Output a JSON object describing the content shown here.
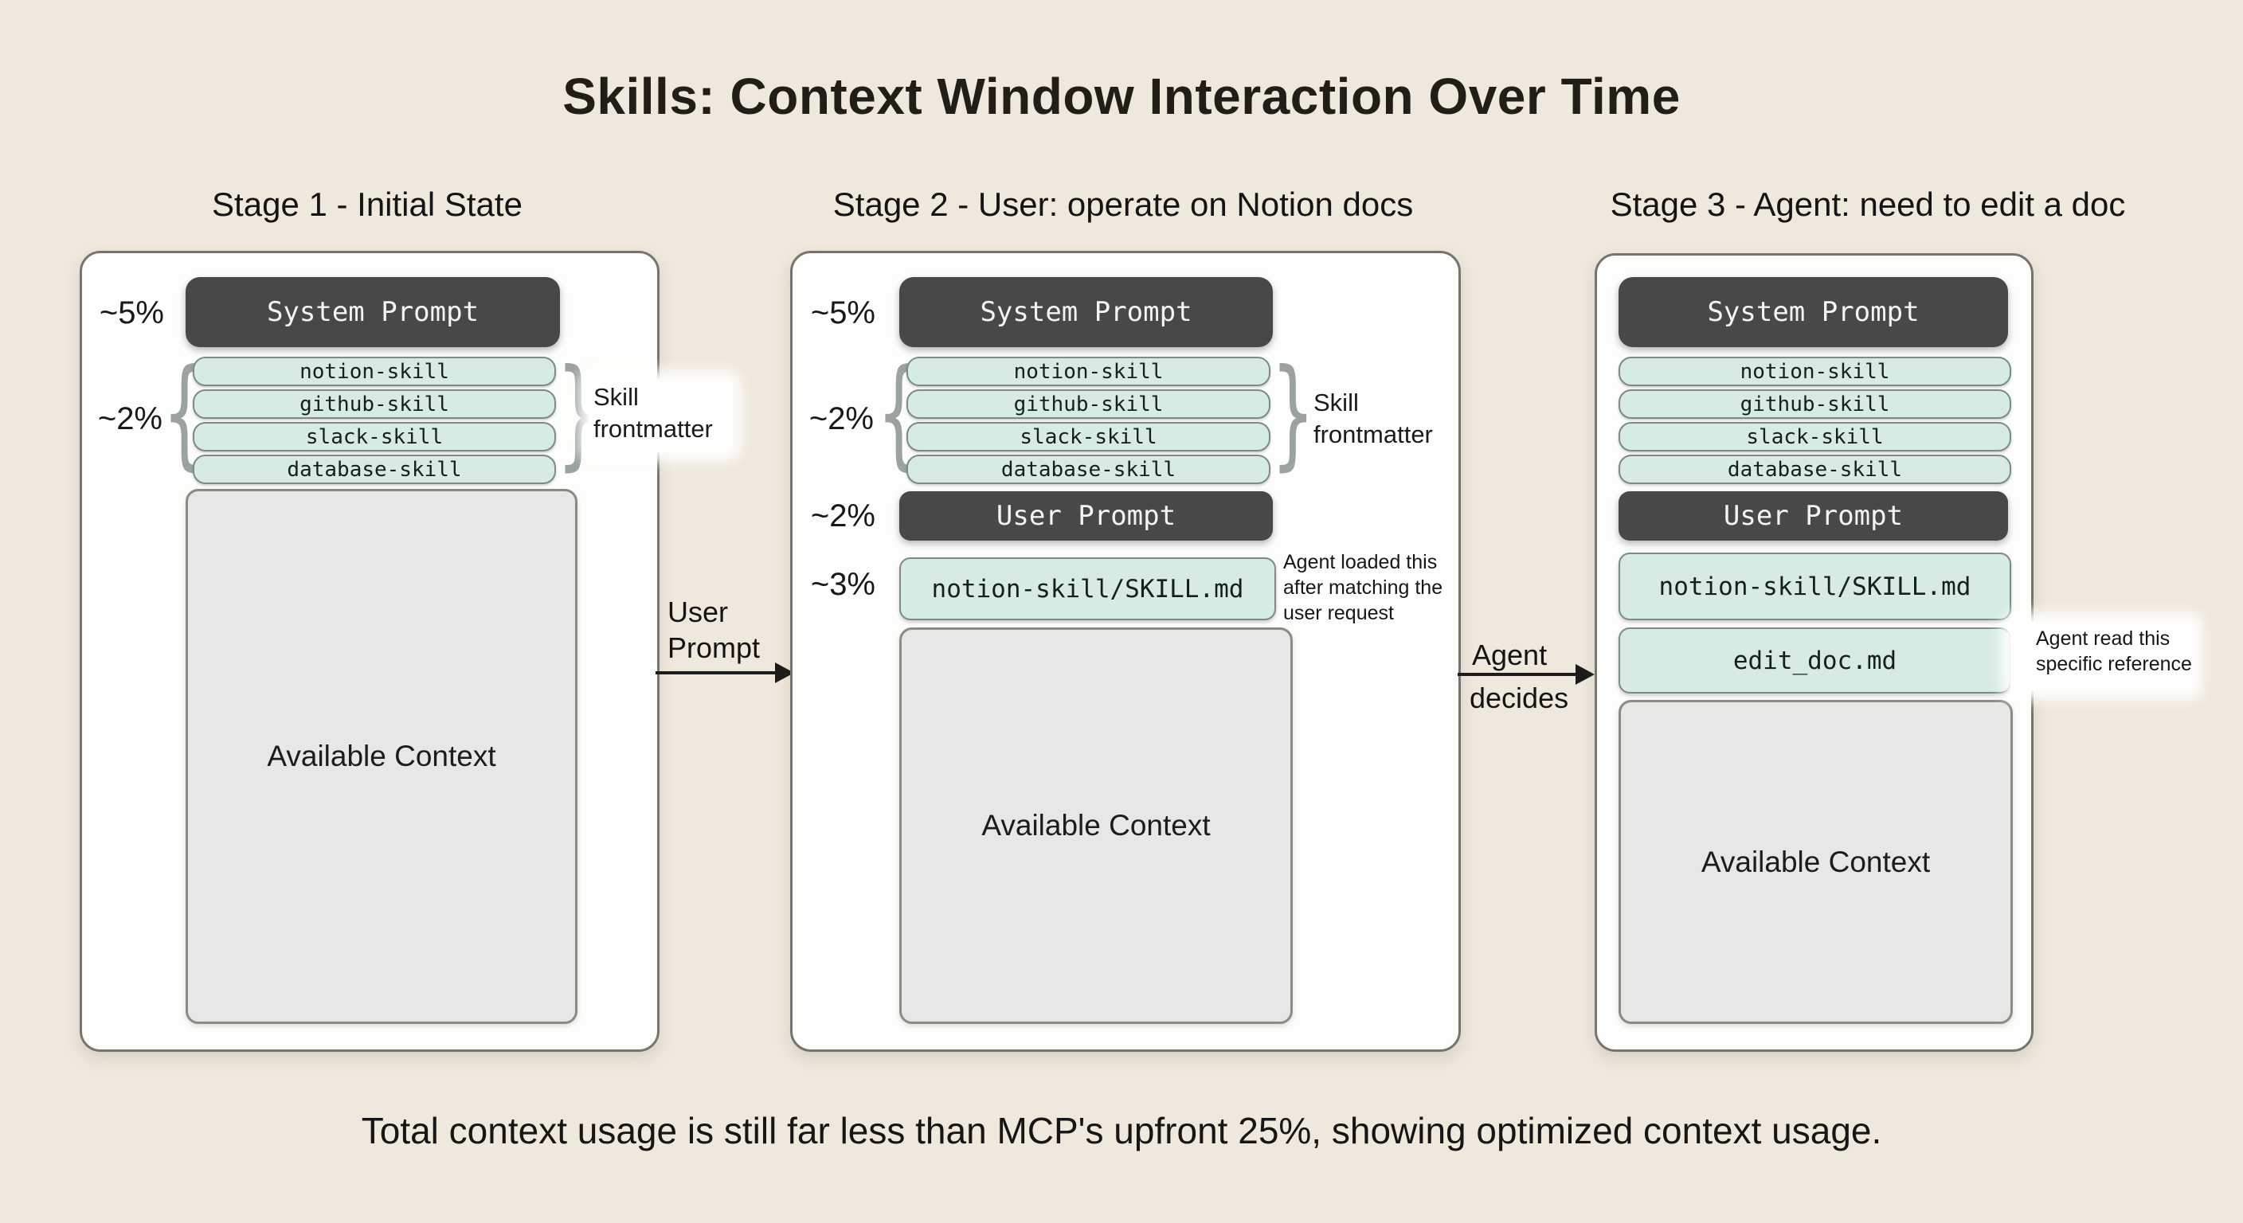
{
  "title": "Skills: Context Window Interaction Over Time",
  "caption": "Total context usage is still far less than MCP's upfront 25%, showing optimized context usage.",
  "colors": {
    "background": "#EFE8DC",
    "panel": "#FDFDFB",
    "dark_box": "#484848",
    "skill_pill": "#D6EBE4",
    "available_context": "#E7E7E5"
  },
  "stage1": {
    "heading": "Stage 1 - Initial State",
    "system_pct": "~5%",
    "system_label": "System Prompt",
    "skills_pct": "~2%",
    "skills": [
      "notion-skill",
      "github-skill",
      "slack-skill",
      "database-skill"
    ],
    "skills_brace_label": "Skill frontmatter",
    "available_label": "Available Context"
  },
  "stage2": {
    "heading": "Stage 2 - User: operate on Notion docs",
    "system_pct": "~5%",
    "system_label": "System Prompt",
    "skills_pct": "~2%",
    "skills": [
      "notion-skill",
      "github-skill",
      "slack-skill",
      "database-skill"
    ],
    "skills_brace_label": "Skill frontmatter",
    "user_prompt_pct": "~2%",
    "user_prompt_label": "User Prompt",
    "skill_md_pct": "~3%",
    "skill_md_label": "notion-skill/SKILL.md",
    "skill_md_note": "Agent loaded this after matching the user request",
    "available_label": "Available Context"
  },
  "stage3": {
    "heading": "Stage 3 - Agent: need to edit a doc",
    "system_label": "System Prompt",
    "skills": [
      "notion-skill",
      "github-skill",
      "slack-skill",
      "database-skill"
    ],
    "user_prompt_label": "User Prompt",
    "skill_md_label": "notion-skill/SKILL.md",
    "edit_doc_label": "edit_doc.md",
    "edit_doc_note": "Agent read this specific reference",
    "available_label": "Available Context"
  },
  "transitions": {
    "stage1_to_stage2_label": "User Prompt",
    "stage2_to_stage3_label_top": "Agent",
    "stage2_to_stage3_label_bottom": "decides"
  },
  "braces": {
    "left": "{",
    "right": "}"
  }
}
